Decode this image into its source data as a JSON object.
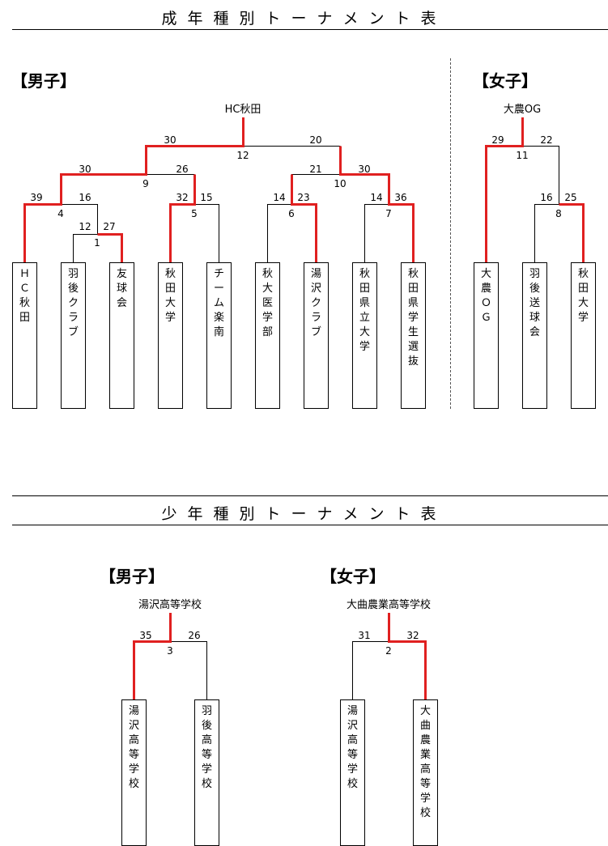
{
  "senior_title": "成年種別トーナメント表",
  "youth_title": "少年種別トーナメント表",
  "senior": {
    "men": {
      "label": "【男子】",
      "champion": "HC秋田",
      "teams": [
        "ＨＣ秋田",
        "羽後クラブ",
        "友球会",
        "秋田大学",
        "チーム楽南",
        "秋大医学部",
        "湯沢クラブ",
        "秋田県立大学",
        "秋田県学生選抜"
      ],
      "matches": [
        {
          "no": "1",
          "left": "12",
          "right": "27"
        },
        {
          "no": "4",
          "left": "39",
          "right": "16"
        },
        {
          "no": "5",
          "left": "32",
          "right": "15"
        },
        {
          "no": "6",
          "left": "14",
          "right": "23"
        },
        {
          "no": "7",
          "left": "14",
          "right": "36"
        },
        {
          "no": "9",
          "left": "30",
          "right": "26"
        },
        {
          "no": "10",
          "left": "21",
          "right": "30"
        },
        {
          "no": "12",
          "left": "30",
          "right": "20"
        }
      ]
    },
    "women": {
      "label": "【女子】",
      "champion": "大農OG",
      "teams": [
        "大農ＯＧ",
        "羽後送球会",
        "秋田大学"
      ],
      "matches": [
        {
          "no": "8",
          "left": "16",
          "right": "25"
        },
        {
          "no": "11",
          "left": "29",
          "right": "22"
        }
      ]
    }
  },
  "youth": {
    "men": {
      "label": "【男子】",
      "champion": "湯沢高等学校",
      "teams": [
        "湯沢高等学校",
        "羽後高等学校"
      ],
      "matches": [
        {
          "no": "3",
          "left": "35",
          "right": "26"
        }
      ]
    },
    "women": {
      "label": "【女子】",
      "champion": "大曲農業高等学校",
      "teams": [
        "湯沢高等学校",
        "大曲農業高等学校"
      ],
      "matches": [
        {
          "no": "2",
          "left": "31",
          "right": "32"
        }
      ]
    }
  },
  "colors": {
    "winner_line": "#e02020",
    "line": "#000000"
  }
}
